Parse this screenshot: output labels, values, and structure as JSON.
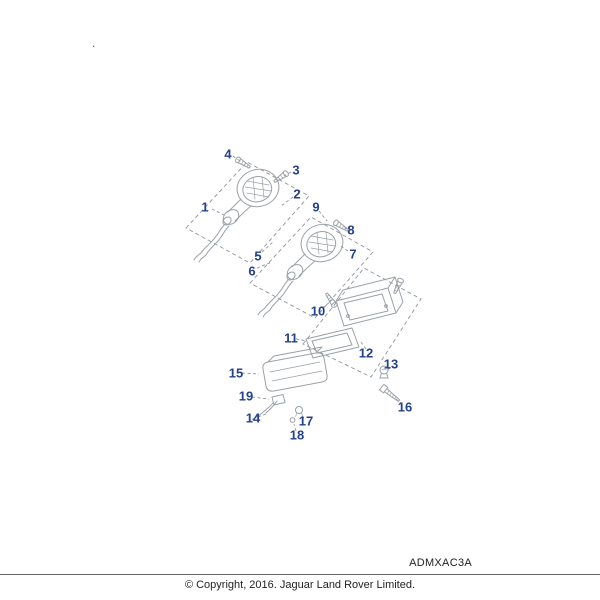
{
  "colors": {
    "callout": "#24418e",
    "line_art": "#9aa1a8",
    "dashed": "#8f969c",
    "footer_text": "#222222"
  },
  "diagram": {
    "code": "ADMXAC3A",
    "copyright": "© Copyright, 2016. Jaguar Land Rover Limited.",
    "stray_mark": ".",
    "callouts": [
      {
        "label": "1"
      },
      {
        "label": "2"
      },
      {
        "label": "3"
      },
      {
        "label": "4"
      },
      {
        "label": "5"
      },
      {
        "label": "6"
      },
      {
        "label": "7"
      },
      {
        "label": "8"
      },
      {
        "label": "9"
      },
      {
        "label": "10"
      },
      {
        "label": "11"
      },
      {
        "label": "12"
      },
      {
        "label": "13"
      },
      {
        "label": "14"
      },
      {
        "label": "15"
      },
      {
        "label": "16"
      },
      {
        "label": "17"
      },
      {
        "label": "18"
      },
      {
        "label": "19"
      }
    ]
  }
}
